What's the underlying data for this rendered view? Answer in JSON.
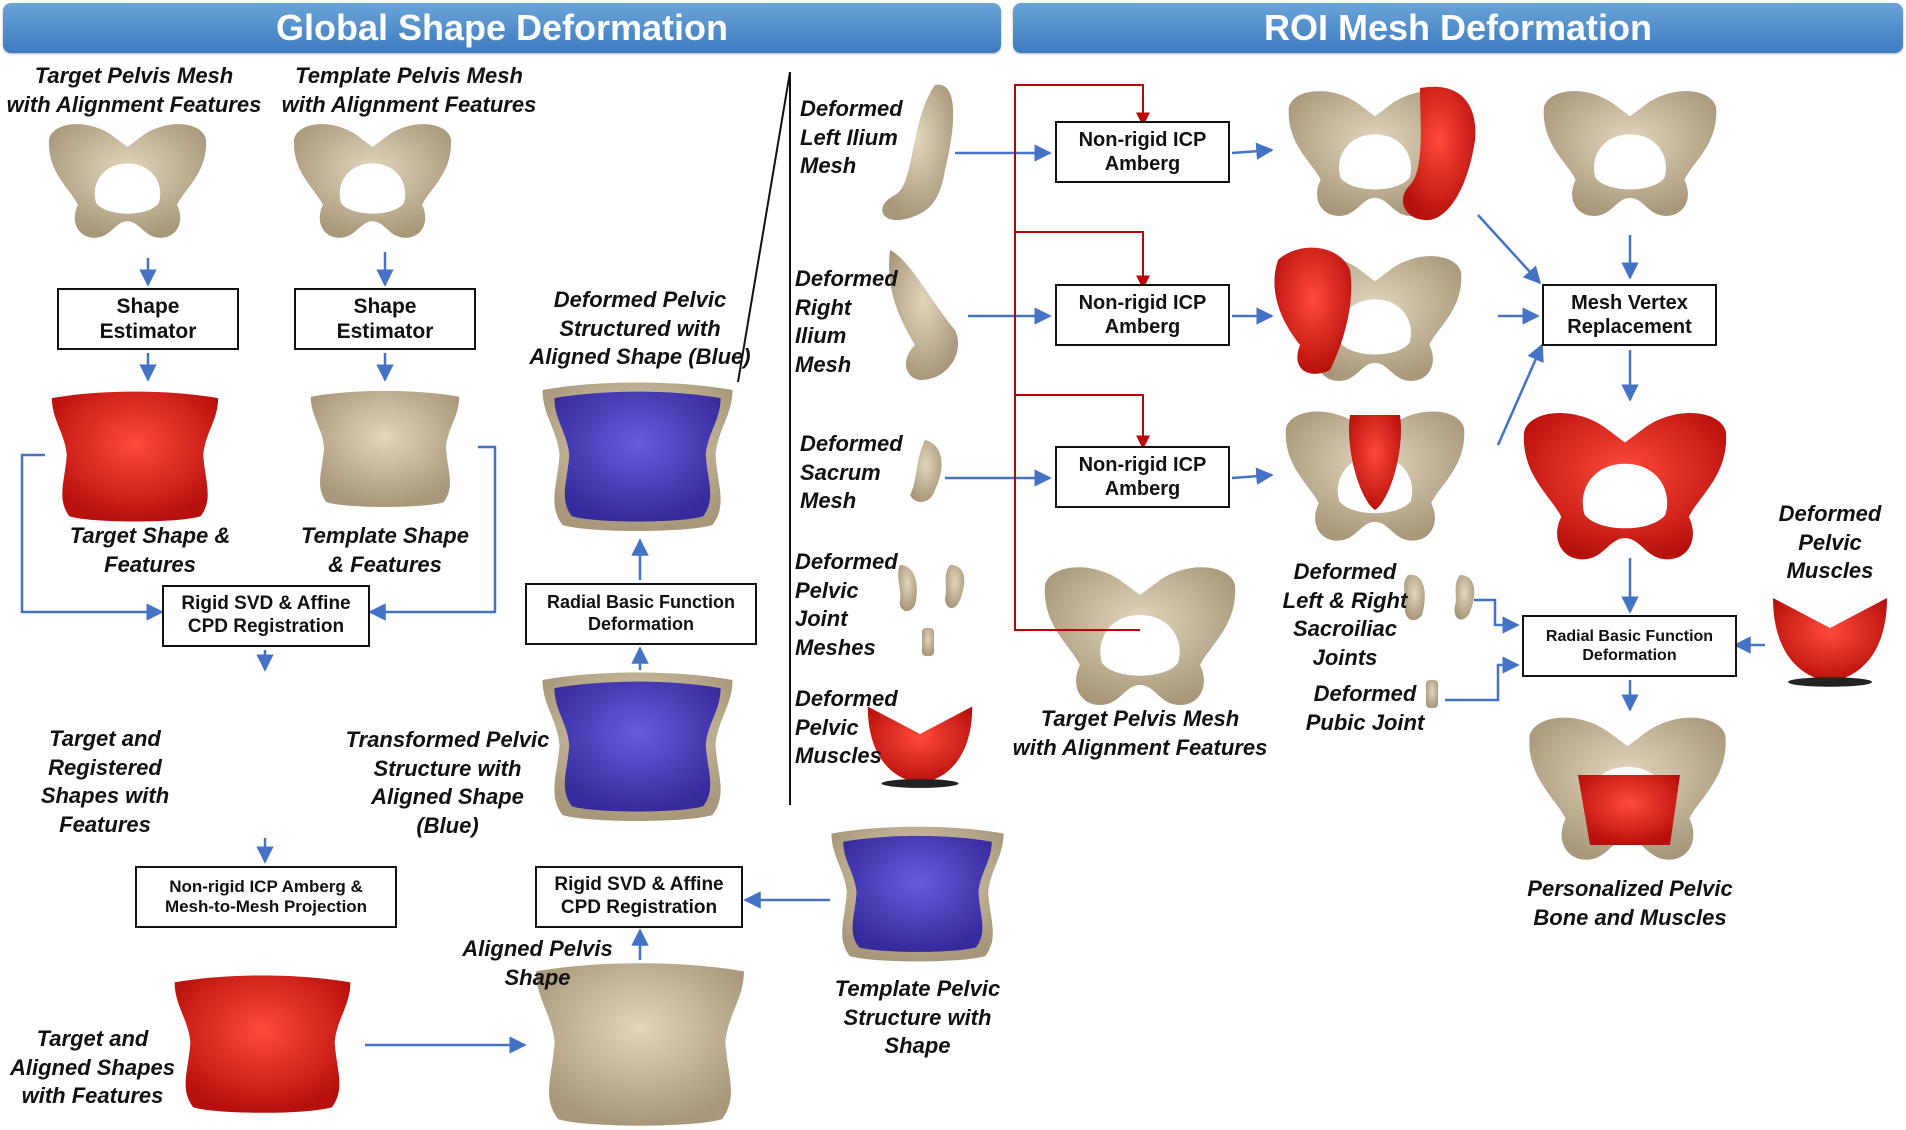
{
  "headers": {
    "left": "Global Shape Deformation",
    "right": "ROI Mesh Deformation"
  },
  "colors": {
    "banner": "#4a87c9",
    "arrow_blue": "#4472c4",
    "arrow_red": "#c00000",
    "bone": "#c8b99a",
    "red_mesh": "#e0201c",
    "blue_mesh": "#3a2fc0"
  },
  "boxes": {
    "shape_estimator_1": "Shape\nEstimator",
    "shape_estimator_2": "Shape\nEstimator",
    "rigid_svd_1": "Rigid SVD & Affine\nCPD Registration",
    "nonrigid_icp_projection": "Non-rigid ICP Amberg &\nMesh-to-Mesh Projection",
    "rigid_svd_2": "Rigid SVD & Affine\nCPD Registration",
    "rbf_1": "Radial Basic Function\nDeformation",
    "icp_1": "Non-rigid ICP\nAmberg",
    "icp_2": "Non-rigid ICP\nAmberg",
    "icp_3": "Non-rigid ICP\nAmberg",
    "mesh_vertex": "Mesh Vertex\nReplacement",
    "rbf_2": "Radial Basic Function\nDeformation"
  },
  "labels": {
    "target_pelvis_mesh": "Target Pelvis Mesh\nwith Alignment Features",
    "template_pelvis_mesh": "Template Pelvis Mesh\nwith Alignment Features",
    "target_shape": "Target Shape &\nFeatures",
    "template_shape": "Template Shape\n& Features",
    "target_registered": "Target and\nRegistered\nShapes with\nFeatures",
    "target_aligned": "Target and\nAligned Shapes\nwith Features",
    "aligned_pelvis": "Aligned Pelvis\nShape",
    "template_pelvic_structure": "Template Pelvic\nStructure with\nShape",
    "transformed_pelvic": "Transformed Pelvic\nStructure with\nAligned Shape\n(Blue)",
    "deformed_pelvic_structured": "Deformed Pelvic\nStructured with\nAligned Shape (Blue)",
    "deformed_left_ilium": "Deformed\nLeft Ilium\nMesh",
    "deformed_right_ilium": "Deformed\nRight\nIlium\nMesh",
    "deformed_sacrum": "Deformed\nSacrum\nMesh",
    "deformed_joint_meshes": "Deformed\nPelvic\nJoint\nMeshes",
    "deformed_muscles_mid": "Deformed\nPelvic\nMuscles",
    "target_pelvis_mesh_2": "Target Pelvis Mesh\nwith Alignment Features",
    "deformed_sacroiliac": "Deformed\nLeft & Right\nSacroiliac\nJoints",
    "deformed_pubic": "Deformed\nPubic Joint",
    "deformed_muscles_right": "Deformed\nPelvic\nMuscles",
    "personalized": "Personalized Pelvic\nBone and Muscles"
  }
}
